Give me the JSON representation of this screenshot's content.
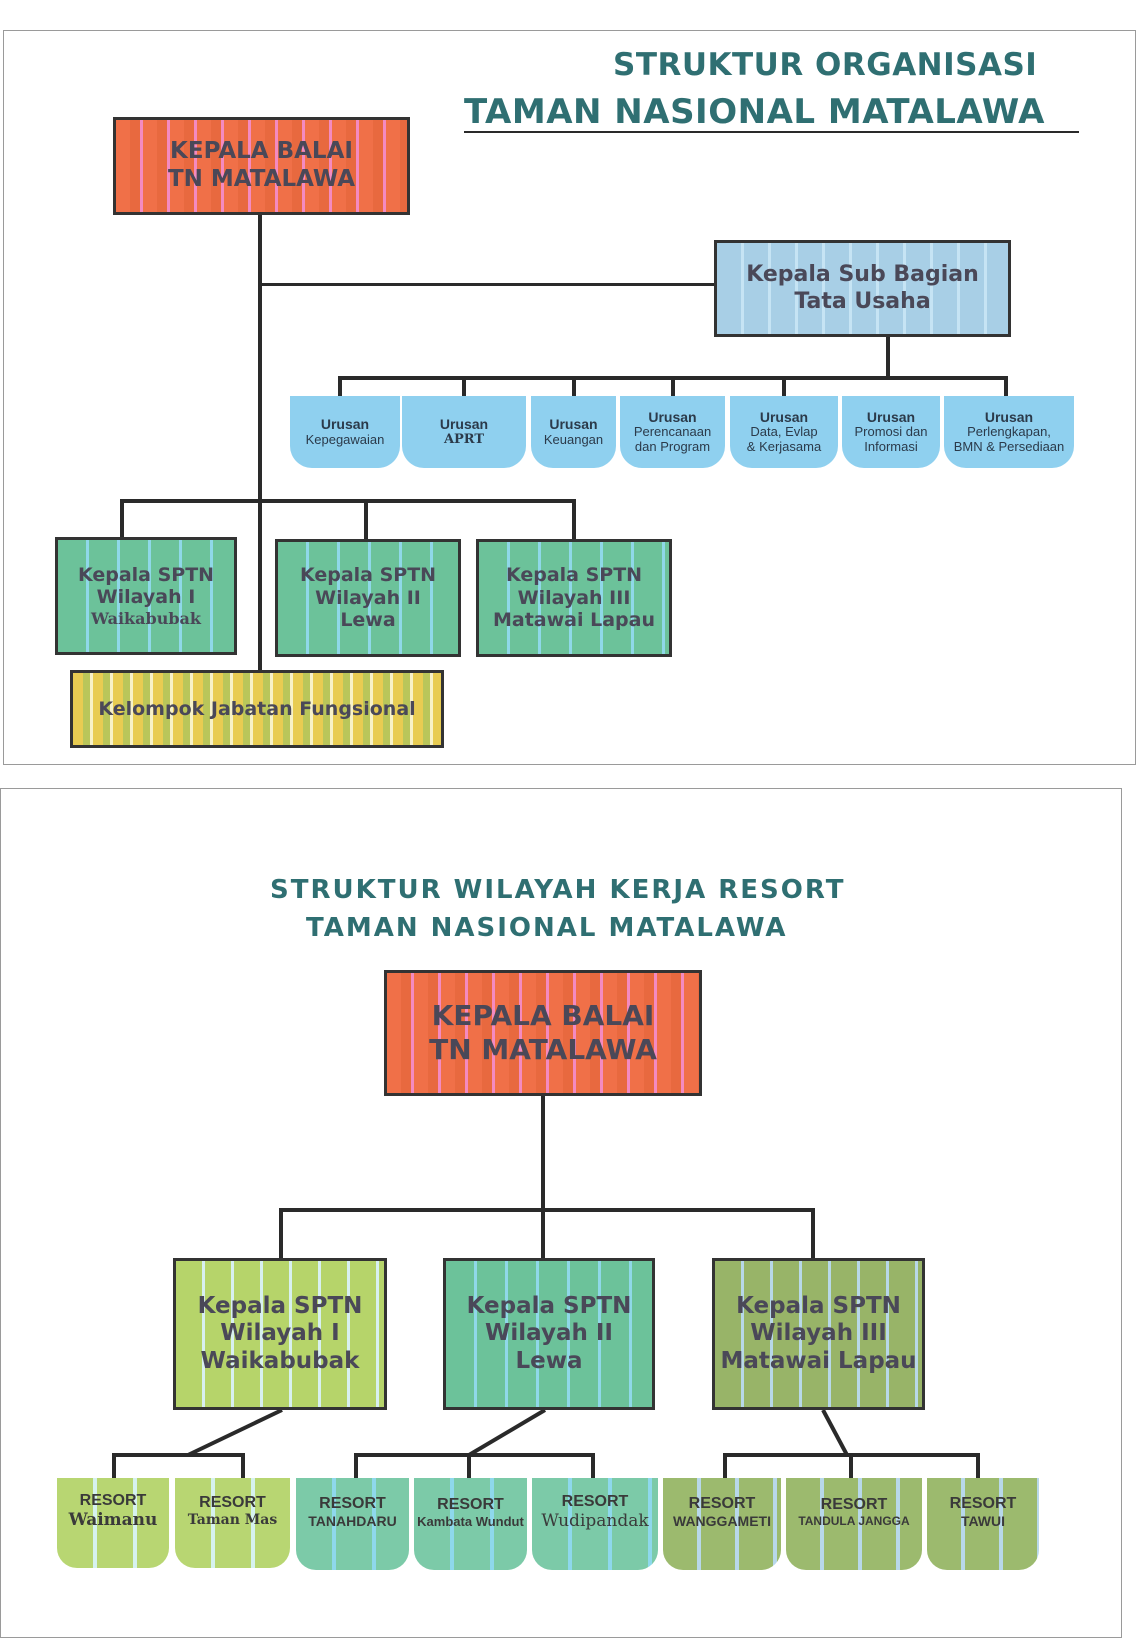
{
  "org_chart": {
    "title_line1": "STRUKTUR ORGANISASI",
    "title_line2": "TAMAN NASIONAL MATALAWA",
    "head": {
      "line1": "KEPALA BALAI",
      "line2": "TN MATALAWA"
    },
    "sub_bagian": {
      "line1": "Kepala Sub Bagian",
      "line2": "Tata Usaha"
    },
    "urusan": [
      {
        "title": "Urusan",
        "line1": "Kepegawaian",
        "line2": ""
      },
      {
        "title": "Urusan",
        "line1": "APRT",
        "line2": ""
      },
      {
        "title": "Urusan",
        "line1": "Keuangan",
        "line2": ""
      },
      {
        "title": "Urusan",
        "line1": "Perencanaan",
        "line2": "dan Program"
      },
      {
        "title": "Urusan",
        "line1": "Data, Evlap",
        "line2": "& Kerjasama"
      },
      {
        "title": "Urusan",
        "line1": "Promosi dan",
        "line2": "Informasi"
      },
      {
        "title": "Urusan",
        "line1": "Perlengkapan,",
        "line2": "BMN & Persediaan"
      }
    ],
    "sptn": [
      {
        "line1": "Kepala SPTN",
        "line2": "Wilayah I",
        "line3": "Waikabubak"
      },
      {
        "line1": "Kepala SPTN",
        "line2": "Wilayah II",
        "line3": "Lewa"
      },
      {
        "line1": "Kepala SPTN",
        "line2": "Wilayah III",
        "line3": "Matawai Lapau"
      }
    ],
    "fungsional": "Kelompok Jabatan Fungsional"
  },
  "resort_chart": {
    "title_line1": "STRUKTUR WILAYAH KERJA RESORT",
    "title_line2": "TAMAN NASIONAL MATALAWA",
    "head": {
      "line1": "KEPALA BALAI",
      "line2": "TN MATALAWA"
    },
    "sptn": [
      {
        "line1": "Kepala SPTN",
        "line2": "Wilayah I",
        "line3": "Waikabubak"
      },
      {
        "line1": "Kepala SPTN",
        "line2": "Wilayah II",
        "line3": "Lewa"
      },
      {
        "line1": "Kepala SPTN",
        "line2": "Wilayah III",
        "line3": "Matawai Lapau"
      }
    ],
    "resorts": [
      {
        "label": "RESORT",
        "name": "Waimanu"
      },
      {
        "label": "RESORT",
        "name": "Taman Mas"
      },
      {
        "label": "RESORT",
        "name": "TANAHDARU"
      },
      {
        "label": "RESORT",
        "name": "Kambata Wundut"
      },
      {
        "label": "RESORT",
        "name": "Wudipandak"
      },
      {
        "label": "RESORT",
        "name": "WANGGAMETI"
      },
      {
        "label": "RESORT",
        "name": "TANDULA JANGGA"
      },
      {
        "label": "RESORT",
        "name": "TAWUI"
      }
    ]
  },
  "colors": {
    "title": "#2f6f72",
    "head_box": "#f07048",
    "subbag_box": "#a8cfe6",
    "urusan_box": "#8fd0ef",
    "sptn_box": "#6cc29a",
    "fungsional_box": "#e8cc52"
  }
}
